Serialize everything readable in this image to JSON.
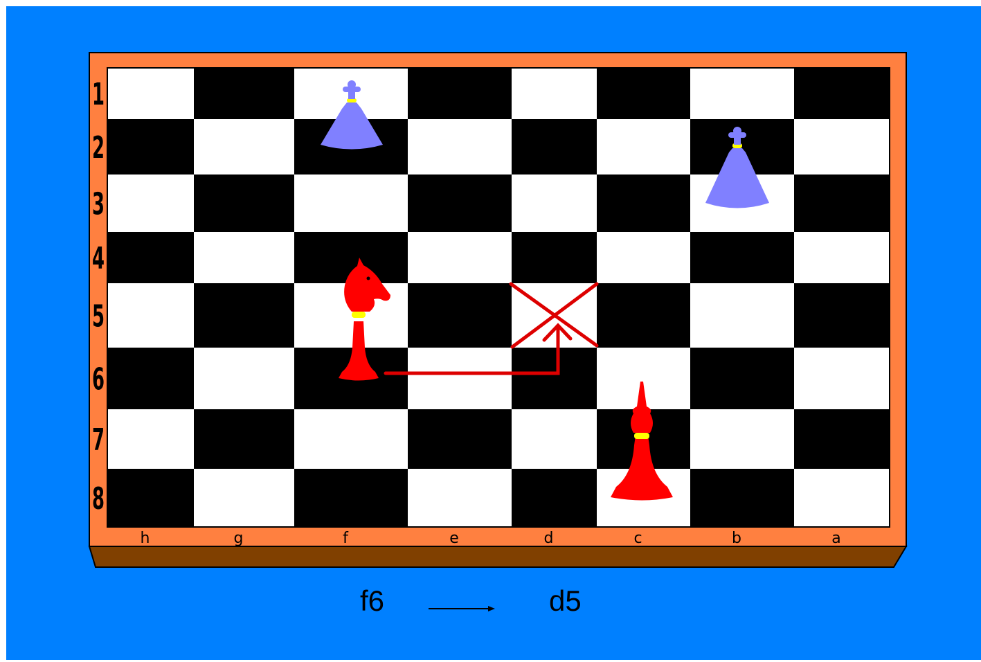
{
  "colors": {
    "background": "#0080ff",
    "frame": "#ff8040",
    "frame_base": "#804000",
    "light_square": "#ffffff",
    "dark_square": "#000000",
    "red_piece": "#ff0000",
    "blue_piece": "#8080ff",
    "piece_band": "#ffff00",
    "move_path": "#dd0000"
  },
  "board": {
    "rank_labels": [
      "1",
      "2",
      "3",
      "4",
      "5",
      "6",
      "7",
      "8"
    ],
    "file_labels": [
      "h",
      "g",
      "f",
      "e",
      "d",
      "c",
      "b",
      "a"
    ]
  },
  "pieces": [
    {
      "kind": "pawn",
      "color": "blue",
      "square": "f1"
    },
    {
      "kind": "pawn",
      "color": "blue",
      "square": "b2-b3"
    },
    {
      "kind": "knight",
      "color": "red",
      "square": "f5-f6"
    },
    {
      "kind": "bishop",
      "color": "red",
      "square": "c7-c8"
    }
  ],
  "move": {
    "from": "f6",
    "to": "d5"
  }
}
